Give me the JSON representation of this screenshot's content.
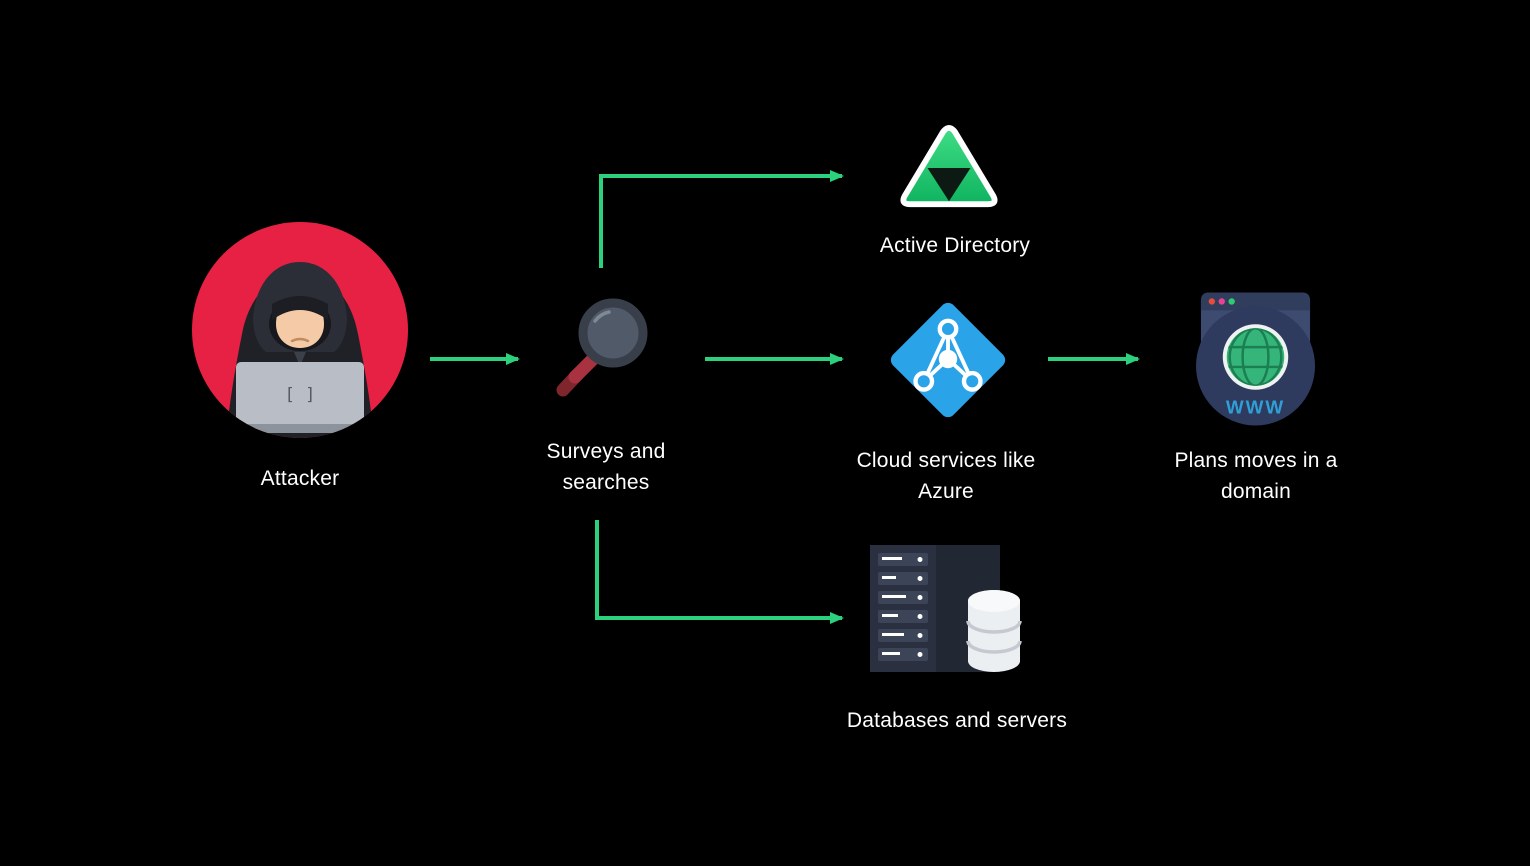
{
  "title": "Attacker reconnaissance flow diagram",
  "nodes": {
    "attacker": {
      "label": "Attacker"
    },
    "surveys": {
      "label": "Surveys and\nsearches"
    },
    "active_directory": {
      "label": "Active Directory"
    },
    "cloud_azure": {
      "label": "Cloud services like\nAzure"
    },
    "plans": {
      "label": "Plans moves in a\ndomain"
    },
    "databases": {
      "label": "Databases and servers"
    }
  },
  "edges": [
    {
      "from": "attacker",
      "to": "surveys"
    },
    {
      "from": "surveys",
      "to": "active_directory"
    },
    {
      "from": "surveys",
      "to": "cloud_azure"
    },
    {
      "from": "surveys",
      "to": "databases"
    },
    {
      "from": "cloud_azure",
      "to": "plans"
    }
  ],
  "colors": {
    "background": "#000000",
    "text": "#ffffff",
    "accent": "#2bd17c",
    "attacker_red": "#e62144",
    "ad_green": "#17c96f",
    "azure_blue": "#2aa3e8",
    "navy_circle": "#2e3a5e",
    "www_blue": "#2f9fd6"
  }
}
